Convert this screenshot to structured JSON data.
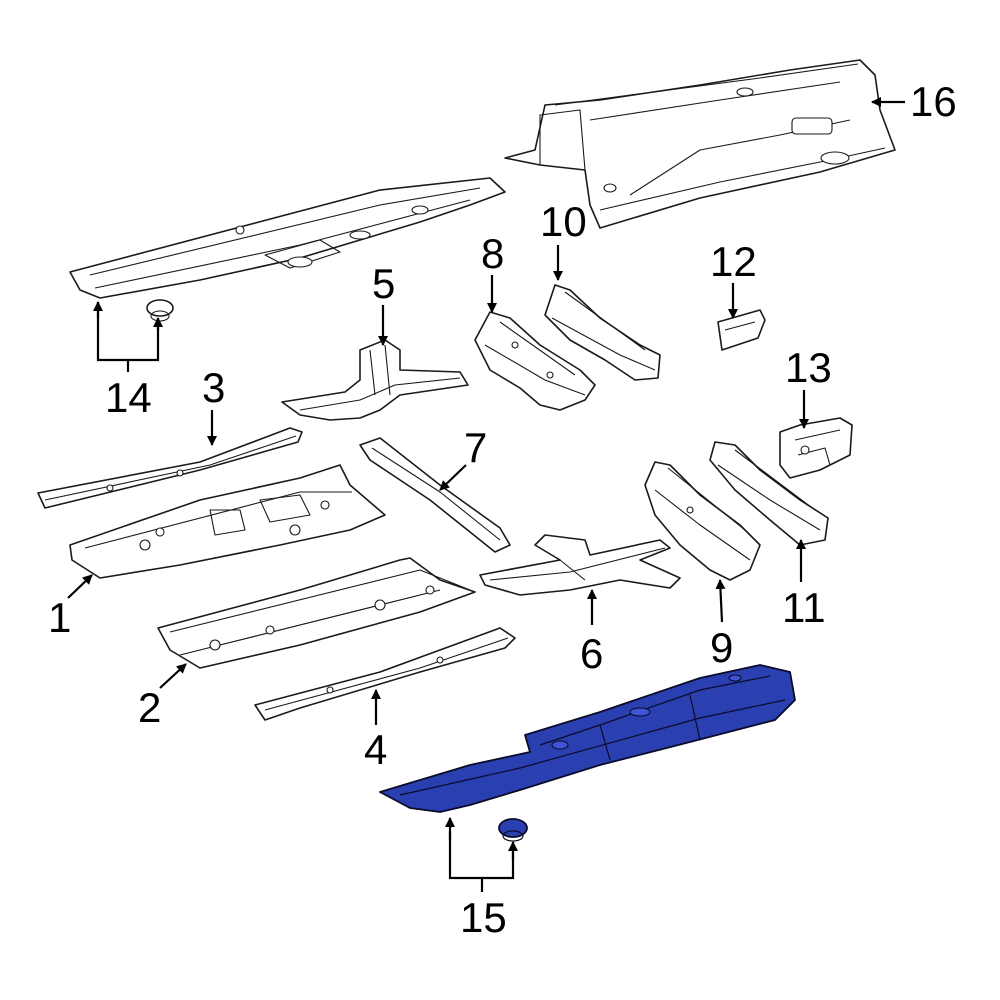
{
  "diagram": {
    "highlight_color": "#2a3fb0",
    "callouts": [
      "1",
      "2",
      "3",
      "4",
      "5",
      "6",
      "7",
      "8",
      "9",
      "10",
      "11",
      "12",
      "13",
      "14",
      "15",
      "16"
    ]
  }
}
